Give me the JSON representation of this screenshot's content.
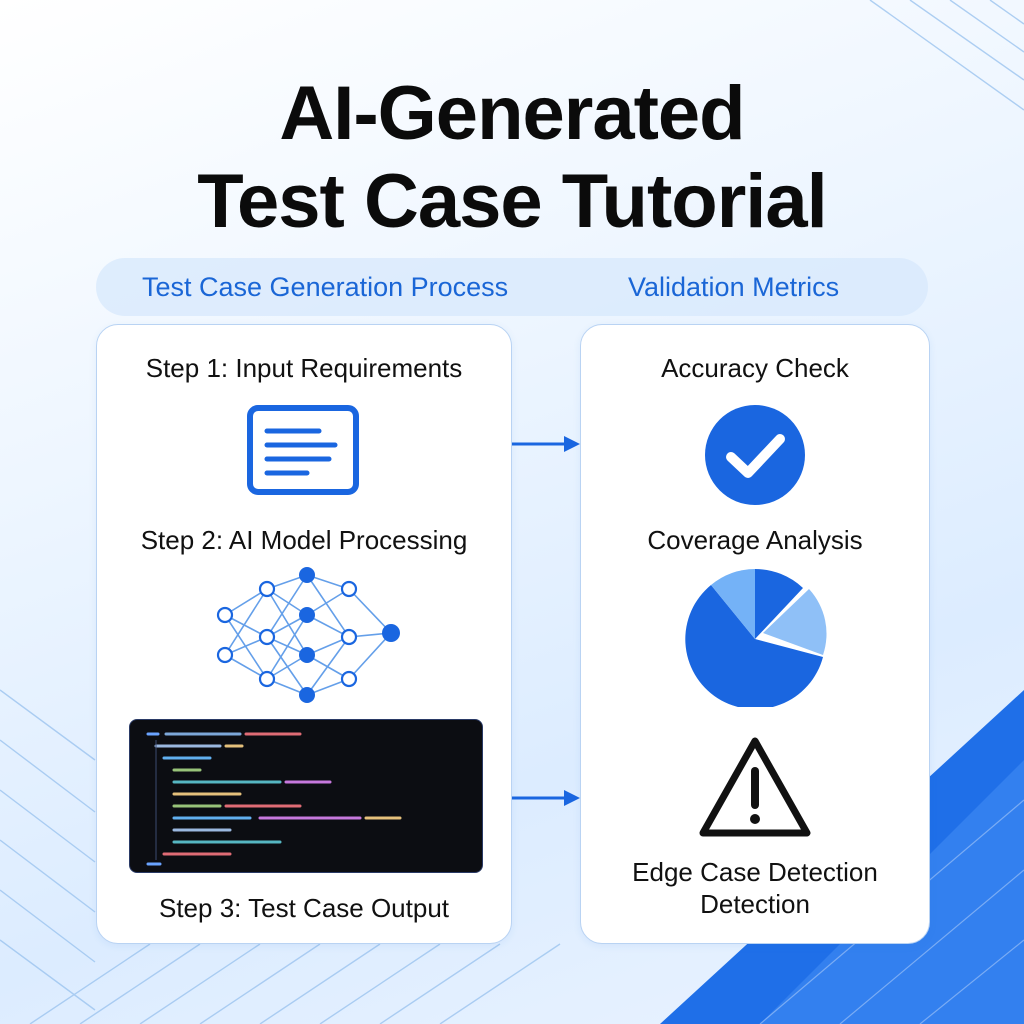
{
  "title": {
    "line1": "AI-Generated",
    "line2": "Test Case Tutorial"
  },
  "header": {
    "left_label": "Test Case Generation Process",
    "right_label": "Validation Metrics"
  },
  "process": {
    "steps": [
      {
        "label": "Step 1:  Input Requirements",
        "icon": "document-icon"
      },
      {
        "label": "Step 2: AI Model Processing",
        "icon": "neural-network-icon"
      },
      {
        "label": "Step 3: Test Case Output",
        "icon": "code-output-icon"
      }
    ]
  },
  "metrics": {
    "items": [
      {
        "label": "Accuracy Check",
        "icon": "checkmark-icon"
      },
      {
        "label": "Coverage Analysis",
        "icon": "pie-chart-icon"
      },
      {
        "label": "Edge Case Detection",
        "label2": "Detection",
        "icon": "warning-icon"
      }
    ]
  },
  "colors": {
    "accent": "#1a66e0",
    "accent_light": "#74b2f7",
    "text": "#0b0b0b",
    "code_bg": "#0c0d12"
  }
}
